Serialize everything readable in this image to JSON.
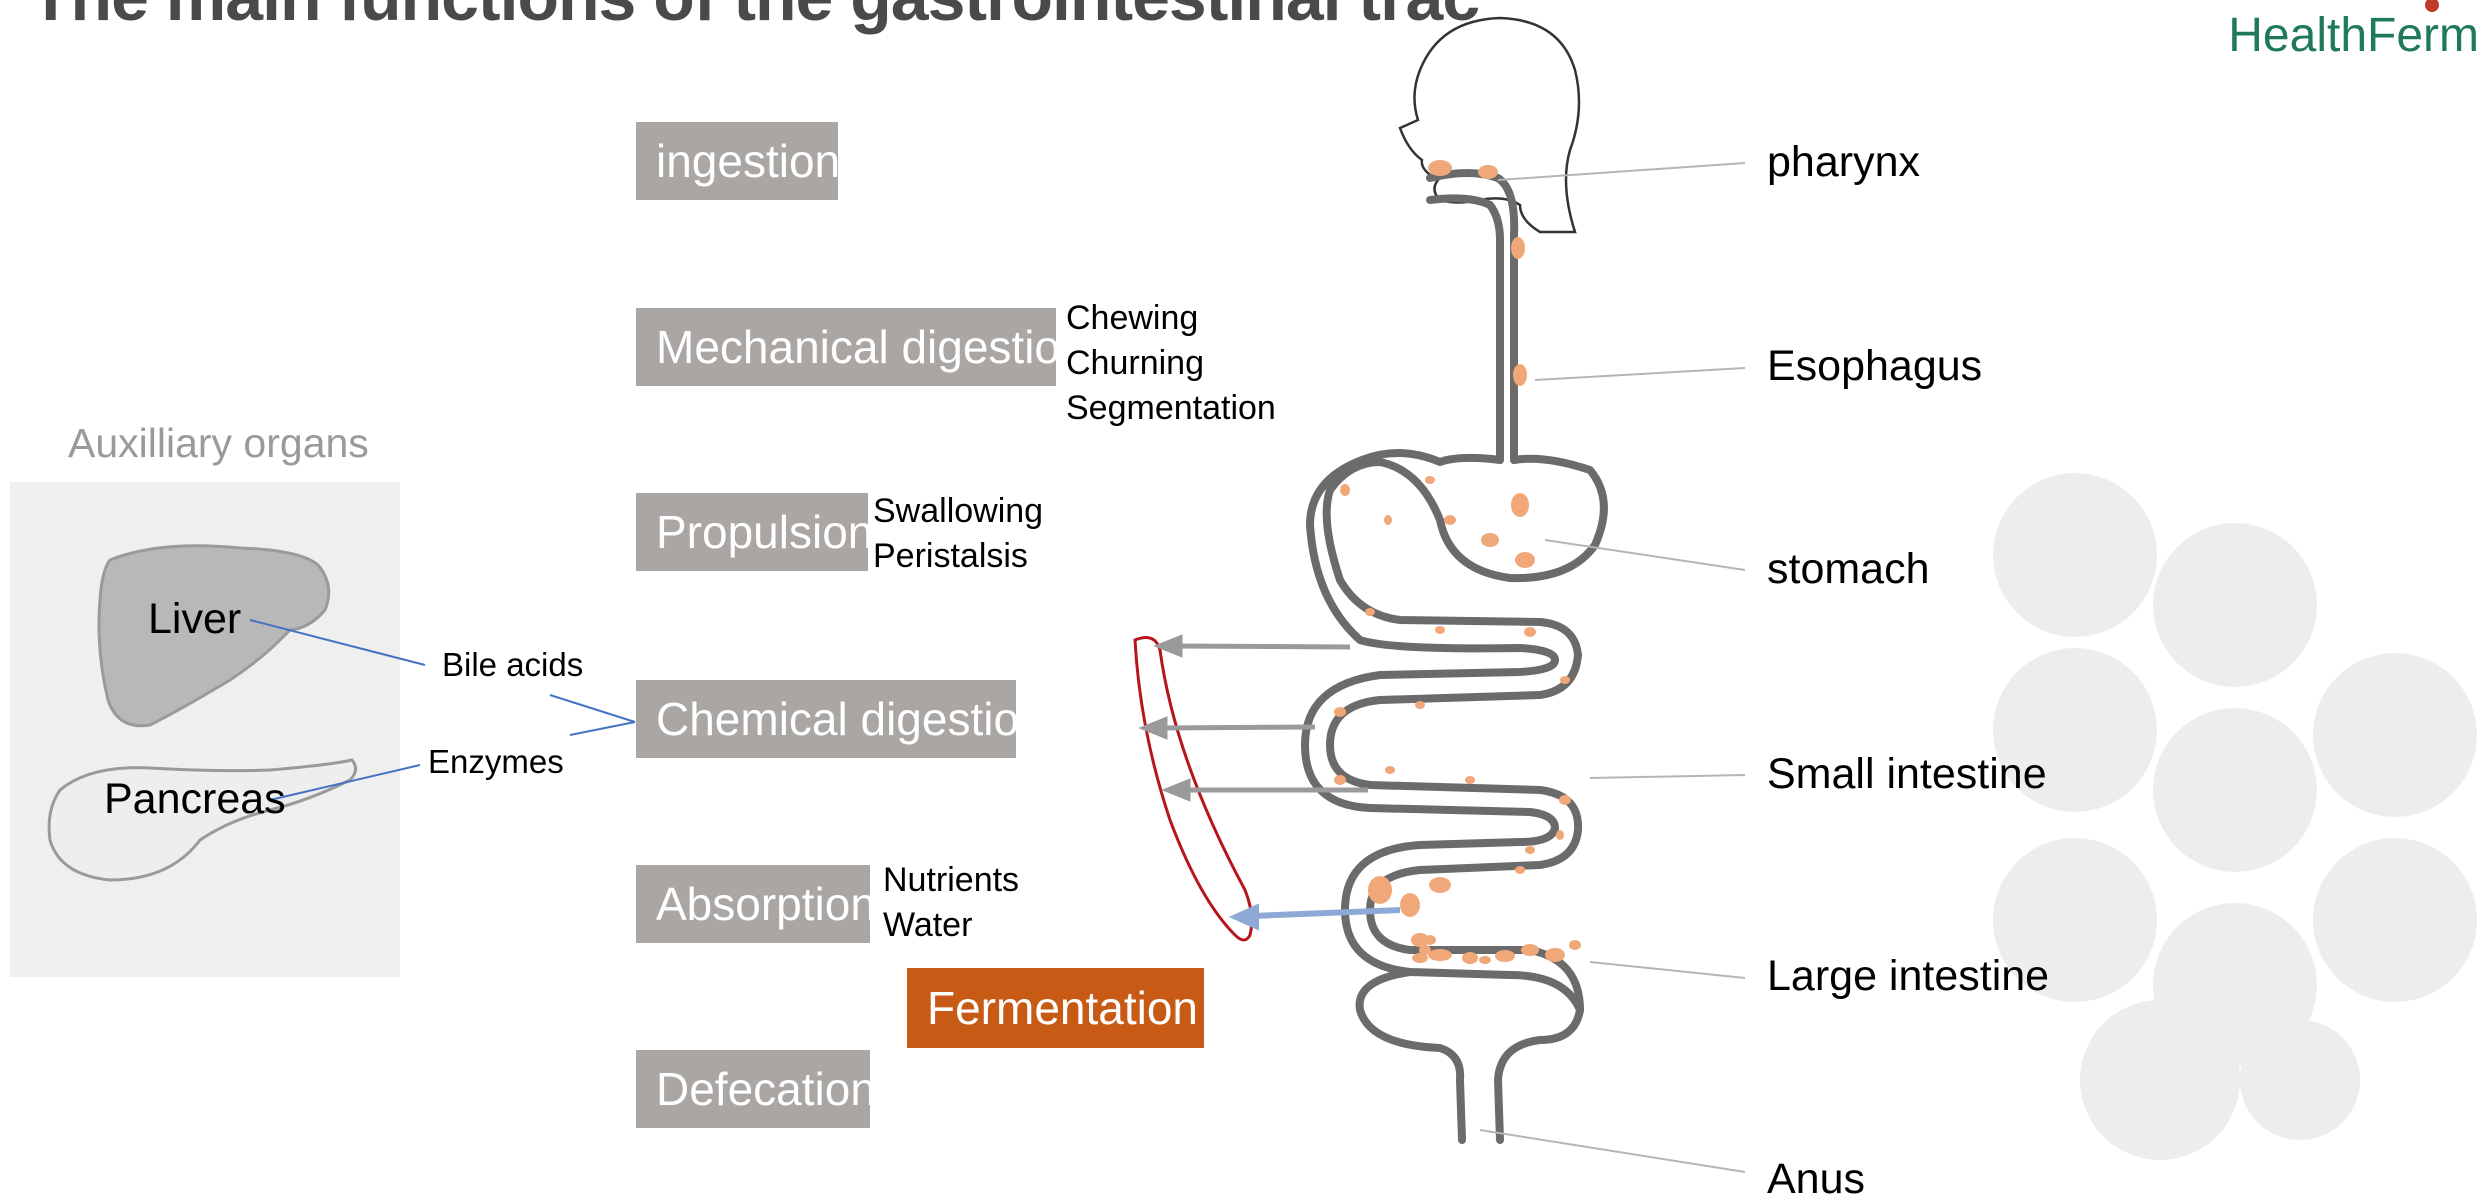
{
  "header": {
    "title": "The main functions of the gastrointestinal trac",
    "brand": "HealthFerm"
  },
  "functions": [
    {
      "label": "ingestion"
    },
    {
      "label": "Mechanical digestion",
      "details": [
        "Chewing",
        "Churning",
        "Segmentation"
      ]
    },
    {
      "label": "Propulsion",
      "details": [
        "Swallowing",
        "Peristalsis"
      ]
    },
    {
      "label": "Chemical digestion"
    },
    {
      "label": "Absorption",
      "details": [
        "Nutrients",
        "Water"
      ]
    },
    {
      "label": "Fermentation"
    },
    {
      "label": "Defecation"
    }
  ],
  "auxiliary": {
    "title": "Auxilliary organs",
    "organs": [
      "Liver",
      "Pancreas"
    ],
    "secretions": [
      "Bile acids",
      "Enzymes"
    ]
  },
  "anatomy_labels": [
    "pharynx",
    "Esophagus",
    "stomach",
    "Small intestine",
    "Large intestine",
    "Anus"
  ],
  "colors": {
    "box_gray": "#a9a6a4",
    "fermentation_orange": "#c75a14",
    "food_particles": "#f0a878",
    "gut_outline": "#6b6b6b",
    "colon_outline": "#b8141c",
    "absorption_arrow": "#8fa9d6",
    "brand_green": "#1f7a5a"
  }
}
